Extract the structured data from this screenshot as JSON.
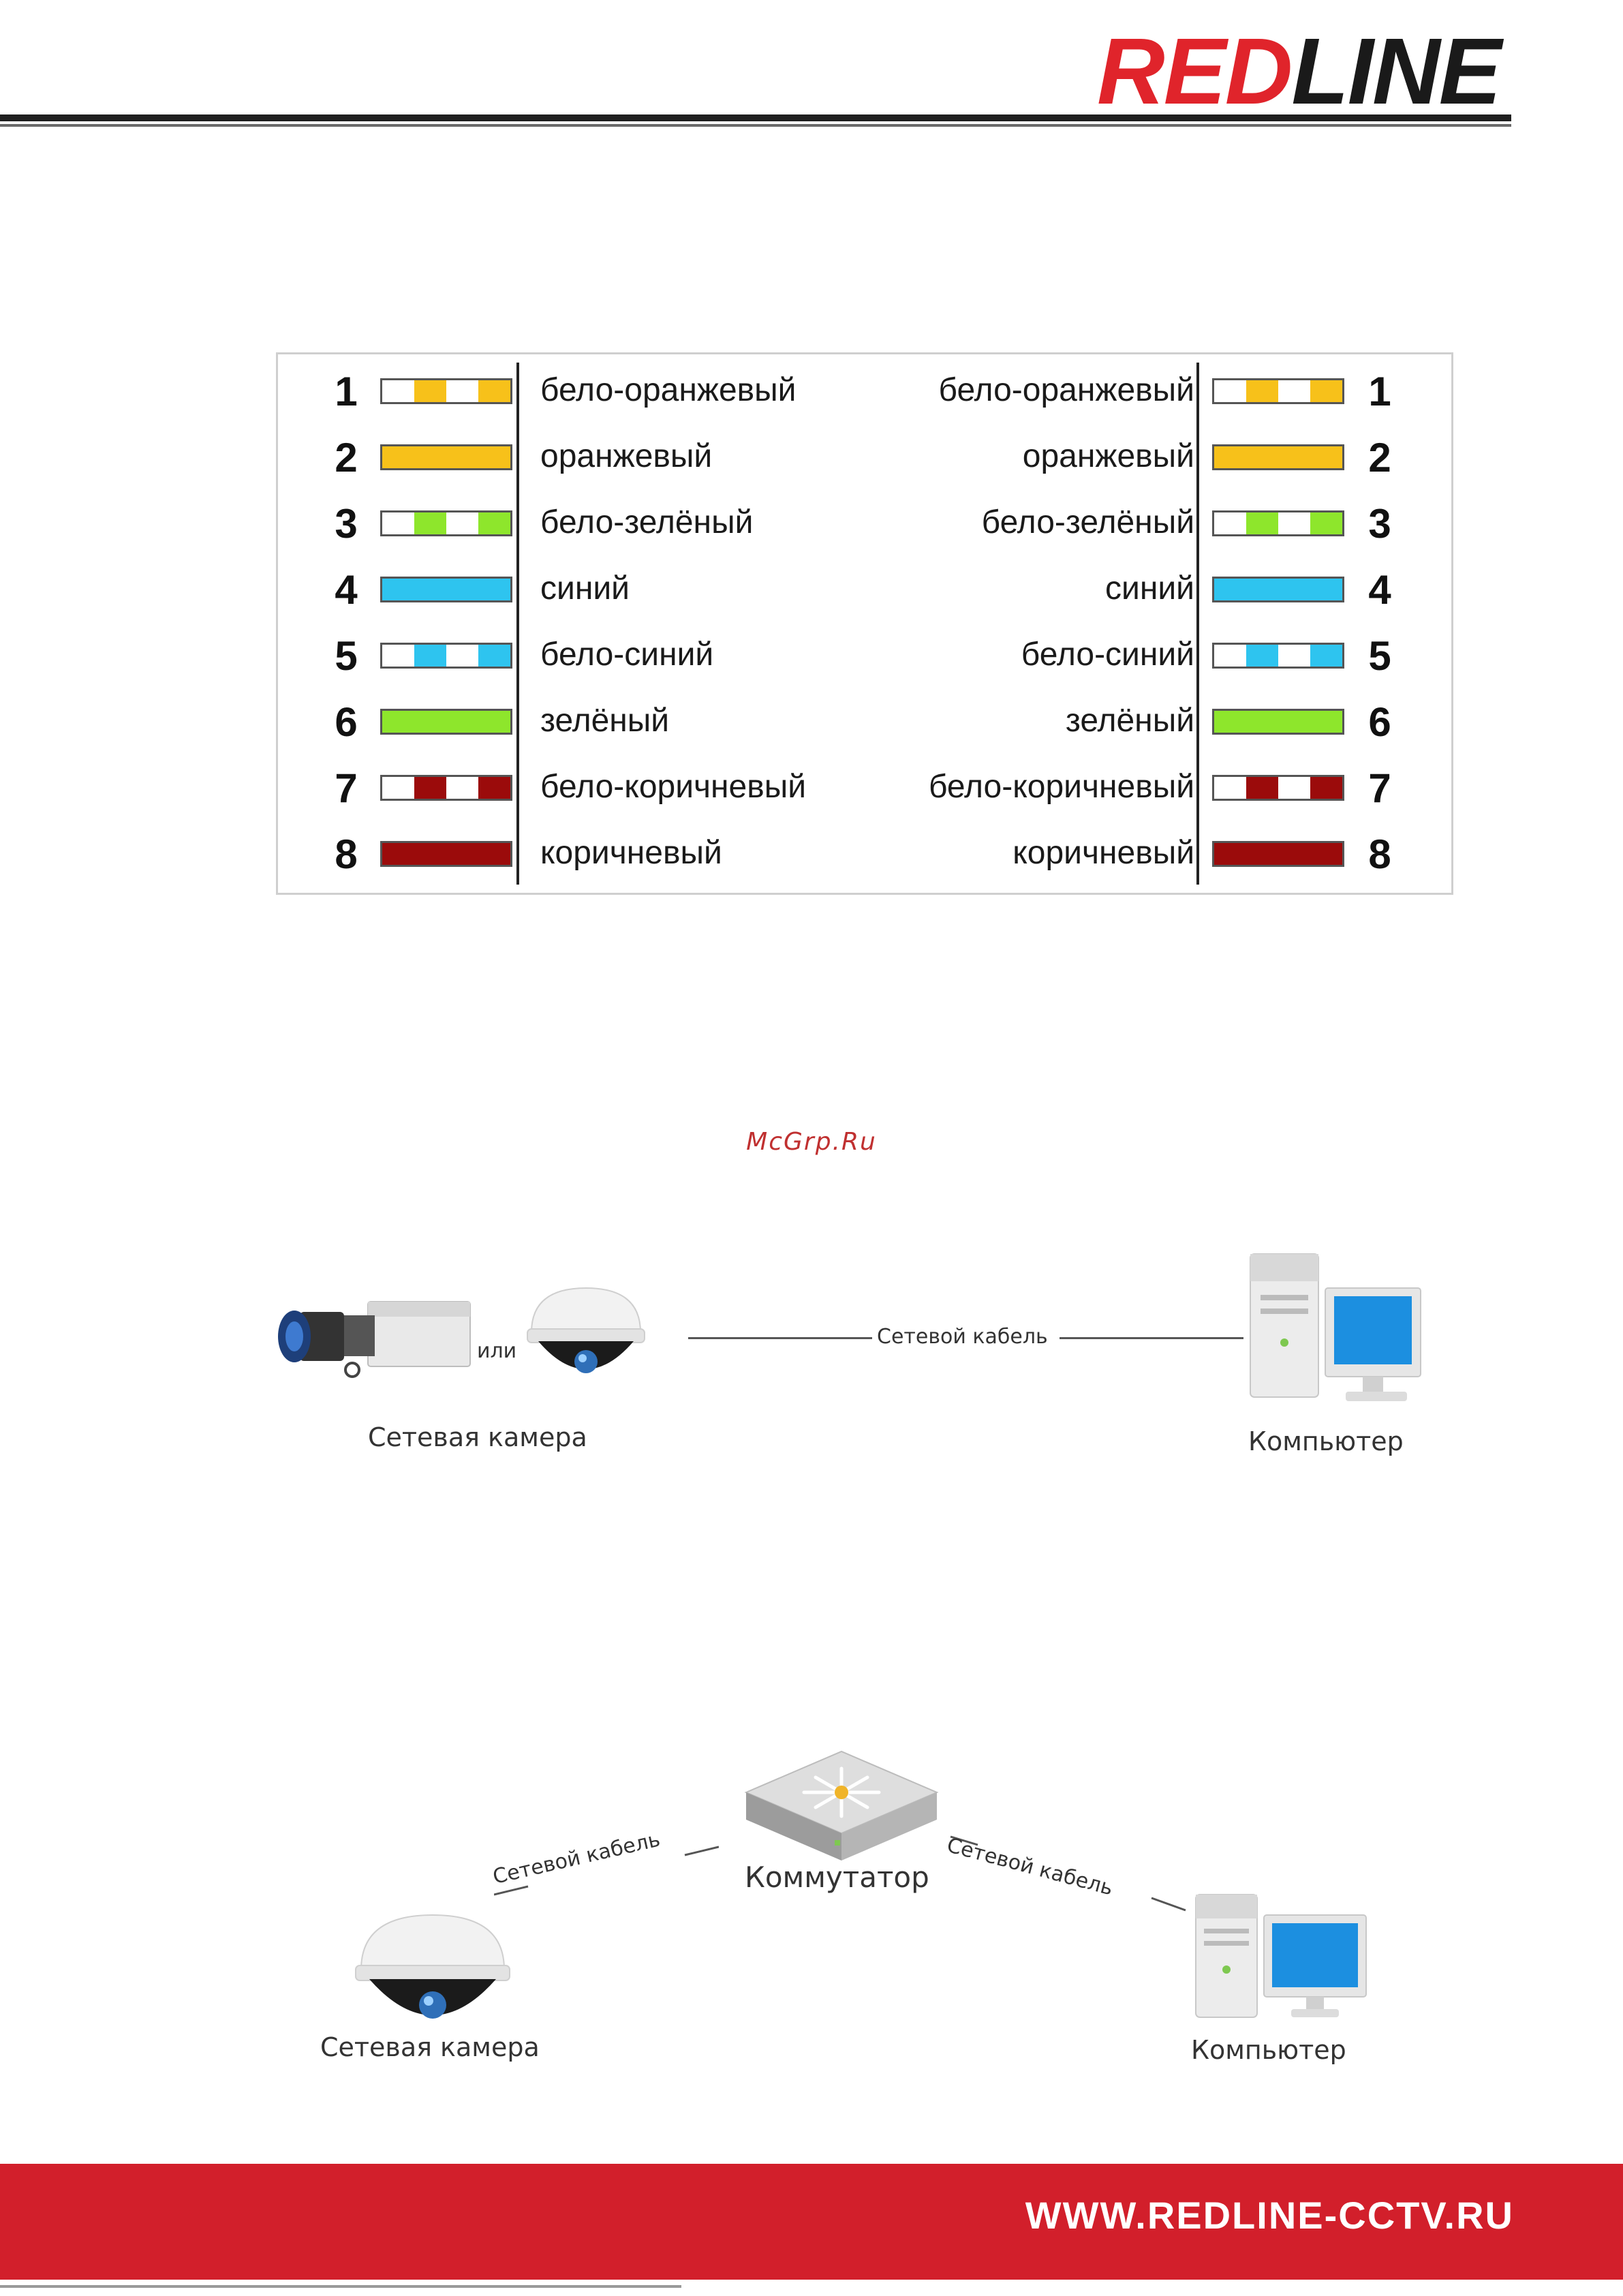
{
  "header": {
    "logo_part1": "RED",
    "logo_part2": "LINE"
  },
  "wiring_table": {
    "rows": [
      {
        "num": "1",
        "name": "бело-оранжевый",
        "color": "#f7c11a",
        "striped": true
      },
      {
        "num": "2",
        "name": "оранжевый",
        "color": "#f7c11a",
        "striped": false
      },
      {
        "num": "3",
        "name": "бело-зелёный",
        "color": "#8ee62c",
        "striped": true
      },
      {
        "num": "4",
        "name": "синий",
        "color": "#2ec4ef",
        "striped": false
      },
      {
        "num": "5",
        "name": "бело-синий",
        "color": "#2ec4ef",
        "striped": true
      },
      {
        "num": "6",
        "name": "зелёный",
        "color": "#8ee62c",
        "striped": false
      },
      {
        "num": "7",
        "name": "бело-коричневый",
        "color": "#9b0b0b",
        "striped": true
      },
      {
        "num": "8",
        "name": "коричневый",
        "color": "#9b0b0b",
        "striped": false
      }
    ]
  },
  "watermark": "McGrp.Ru",
  "diagram1": {
    "camera_label": "Сетевая камера",
    "or_label": "или",
    "cable_label": "Сетевой кабель",
    "pc_label": "Компьютер"
  },
  "diagram2": {
    "switch_label": "Коммутатор",
    "cable_label_left": "Сетевой кабель",
    "cable_label_right": "Сетевой кабель",
    "camera_label": "Сетевая камера",
    "pc_label": "Компьютер"
  },
  "footer": {
    "url": "WWW.REDLINE-CCTV.RU",
    "bar_color": "#d21f2b"
  }
}
